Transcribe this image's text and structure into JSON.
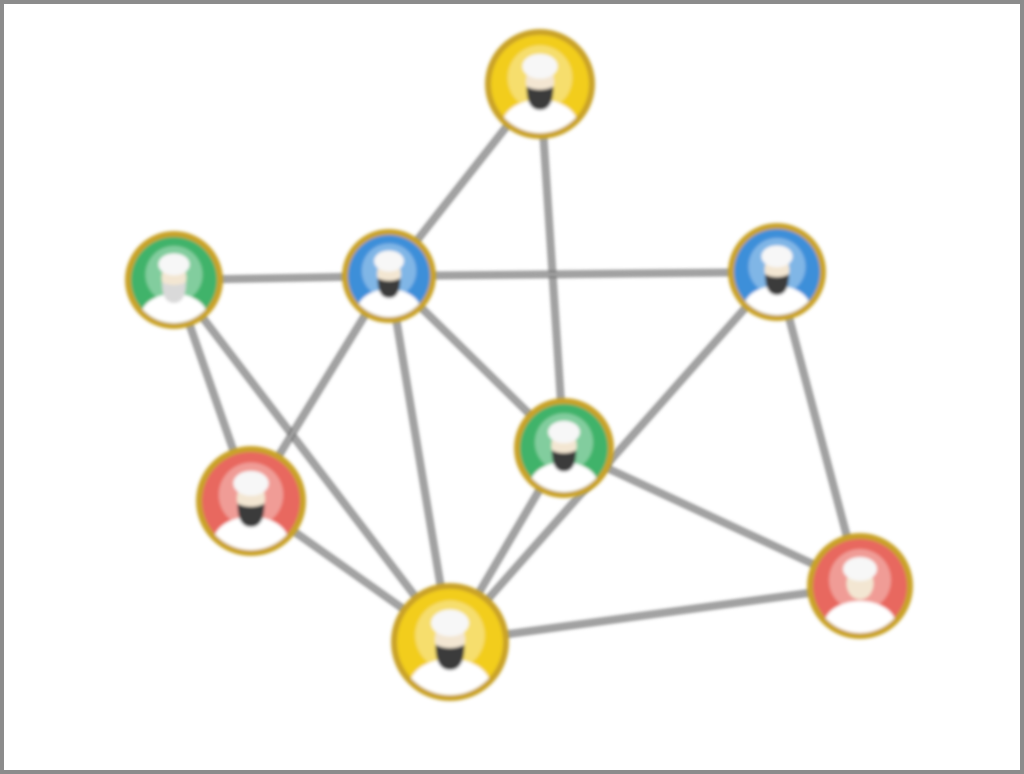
{
  "diagram": {
    "colors": {
      "border": "#8c8c8c",
      "edge": "#6e6e6e",
      "rim": "#c9a227",
      "yellow": "#f2cd1f",
      "green": "#3fb36b",
      "blue": "#3d8fd9",
      "red": "#e8675f"
    },
    "nodes": [
      {
        "id": "top",
        "icon": "portrait-icon",
        "background": "yellow",
        "beard": "dark"
      },
      {
        "id": "left",
        "icon": "portrait-icon",
        "background": "green",
        "beard": "light"
      },
      {
        "id": "center-left",
        "icon": "portrait-icon",
        "background": "blue",
        "beard": "dark"
      },
      {
        "id": "right",
        "icon": "portrait-icon",
        "background": "blue",
        "beard": "dark"
      },
      {
        "id": "center",
        "icon": "portrait-icon",
        "background": "green",
        "beard": "dark"
      },
      {
        "id": "lower-left",
        "icon": "portrait-icon",
        "background": "red",
        "beard": "dark"
      },
      {
        "id": "lower-right",
        "icon": "portrait-icon",
        "background": "red",
        "beard": "none"
      },
      {
        "id": "bottom",
        "icon": "portrait-icon",
        "background": "yellow",
        "beard": "dark"
      }
    ],
    "edges": [
      [
        "top",
        "center-left"
      ],
      [
        "top",
        "center"
      ],
      [
        "left",
        "center-left"
      ],
      [
        "left",
        "lower-left"
      ],
      [
        "left",
        "bottom"
      ],
      [
        "center-left",
        "right"
      ],
      [
        "center-left",
        "center"
      ],
      [
        "center-left",
        "lower-left"
      ],
      [
        "center-left",
        "bottom"
      ],
      [
        "right",
        "bottom"
      ],
      [
        "right",
        "lower-right"
      ],
      [
        "center",
        "bottom"
      ],
      [
        "center",
        "lower-right"
      ],
      [
        "lower-left",
        "bottom"
      ],
      [
        "bottom",
        "lower-right"
      ]
    ]
  }
}
